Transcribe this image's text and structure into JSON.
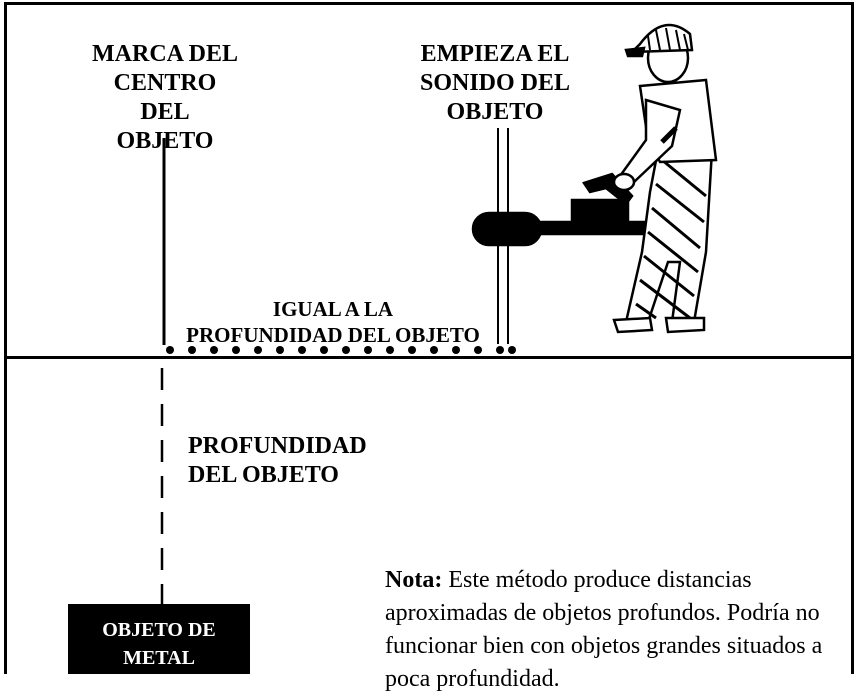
{
  "labels": {
    "center_mark_line1": "MARCA DEL",
    "center_mark_line2": "CENTRO DEL",
    "center_mark_line3": "OBJETO",
    "sound_start_line1": "EMPIEZA EL",
    "sound_start_line2": "SONIDO DEL",
    "sound_start_line3": "OBJETO",
    "equal_line1": "IGUAL A LA",
    "equal_line2": "PROFUNDIDAD DEL OBJETO",
    "depth_line1": "PROFUNDIDAD",
    "depth_line2": "DEL OBJETO",
    "metal_line1": "OBJETO DE",
    "metal_line2": "METAL"
  },
  "note": {
    "label": "Nota:",
    "text": " Este método produce distancias aproximadas de objetos profundos.  Podría no funcionar bien con objetos grandes situados a poca profundidad."
  },
  "icons": [
    "person-with-metal-detector-icon"
  ]
}
